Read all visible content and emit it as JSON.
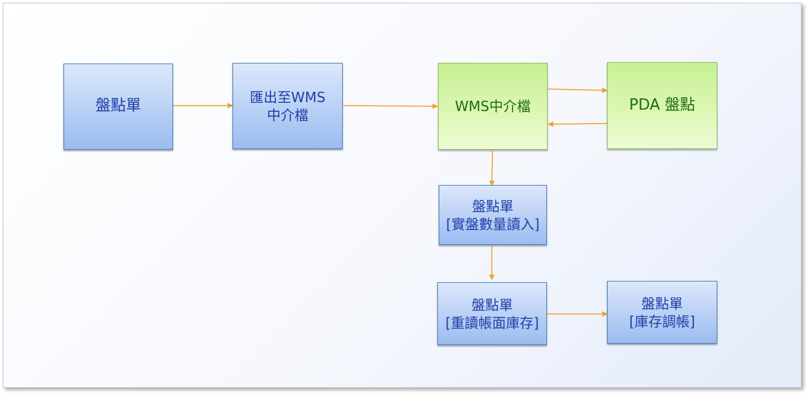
{
  "nodes": {
    "count_sheet": {
      "line1": "盤點單"
    },
    "export_wms": {
      "line1": "匯出至WMS",
      "line2": "中介檔"
    },
    "wms_file": {
      "line1": "WMS中介檔"
    },
    "pda_count": {
      "line1": "PDA 盤點"
    },
    "read_actual": {
      "line1": "盤點單",
      "line2": "[實盤數量讀入]"
    },
    "reread_book": {
      "line1": "盤點單",
      "line2": "[重讀帳面庫存]"
    },
    "stock_adjust": {
      "line1": "盤點單",
      "line2": "[庫存調帳]"
    }
  },
  "colors": {
    "arrow": "#f0a030",
    "blue_border": "#4f81bd",
    "green_border": "#8fc158"
  }
}
